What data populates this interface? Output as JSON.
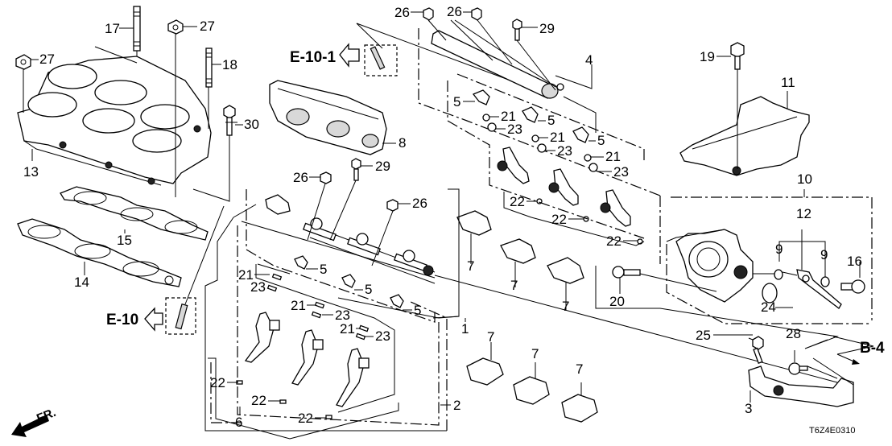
{
  "diagram": {
    "title_code": "T6Z4E0310",
    "front_indicator": "FR.",
    "references": [
      {
        "id": "ref-e10-1",
        "label": "E-10-1"
      },
      {
        "id": "ref-e10",
        "label": "E-10"
      },
      {
        "id": "ref-b4",
        "label": "B-4"
      }
    ],
    "callouts": {
      "c1": "1",
      "c2": "2",
      "c3": "3",
      "c4": "4",
      "c5a": "5",
      "c5b": "5",
      "c5c": "5",
      "c5d": "5",
      "c5e": "5",
      "c5f": "5",
      "c6": "6",
      "c7a": "7",
      "c7b": "7",
      "c7c": "7",
      "c7d": "7",
      "c7e": "7",
      "c7f": "7",
      "c8": "8",
      "c9a": "9",
      "c9b": "9",
      "c10": "10",
      "c11": "11",
      "c12": "12",
      "c13": "13",
      "c14": "14",
      "c15": "15",
      "c16": "16",
      "c17": "17",
      "c18": "18",
      "c19": "19",
      "c20": "20",
      "c21a": "21",
      "c21b": "21",
      "c21c": "21",
      "c21d": "21",
      "c21e": "21",
      "c21f": "21",
      "c22a": "22",
      "c22b": "22",
      "c22c": "22",
      "c22d": "22",
      "c22e": "22",
      "c22f": "22",
      "c23a": "23",
      "c23b": "23",
      "c23c": "23",
      "c23d": "23",
      "c23e": "23",
      "c23f": "23",
      "c24": "24",
      "c25": "25",
      "c26a": "26",
      "c26b": "26",
      "c26c": "26",
      "c26d": "26",
      "c27a": "27",
      "c27b": "27",
      "c28": "28",
      "c29a": "29",
      "c29b": "29",
      "c30": "30"
    }
  }
}
